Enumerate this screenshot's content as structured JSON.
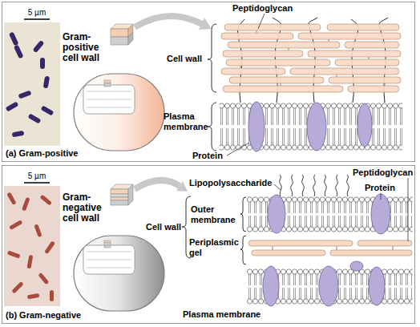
{
  "diagram": {
    "nodes": [
      {
        "text": [
          "(a) Gram-positive"
        ]
      },
      {
        "text": [
          "(b) Gram-negative"
        ]
      }
    ],
    "labels": [
      "5 µm",
      "Gram-positive cell wall",
      "Peptidoglycan",
      "Cell wall",
      "Plasma membrane",
      "Protein",
      "5 µm",
      "Gram-negative cell wall",
      "Lipopolysaccharide",
      "Peptidoglycan",
      "Protein",
      "Outer membrane",
      "Cell wall",
      "Periplasmic gel",
      "Plasma membrane"
    ]
  }
}
